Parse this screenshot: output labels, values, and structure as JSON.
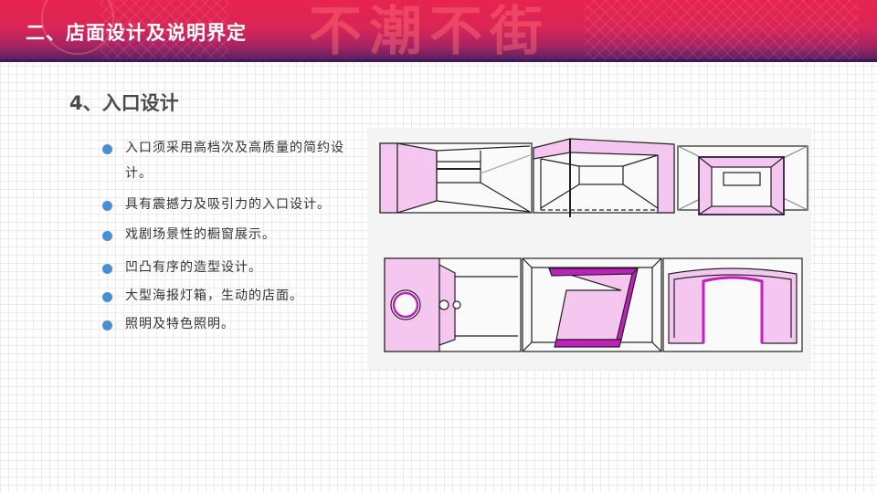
{
  "header": {
    "title": "二、店面设计及说明界定",
    "decorative_text": "不潮不街",
    "colors": {
      "top": "#e8234f",
      "bottom": "#4a2060"
    }
  },
  "section": {
    "title": "4、入口设计"
  },
  "bullets": [
    {
      "text": "入口须采用高档次及高质量的简约设计。"
    },
    {
      "text": "具有震撼力及吸引力的入口设计。"
    },
    {
      "text": "戏剧场景性的橱窗展示。"
    },
    {
      "text": "凹凸有序的造型设计。"
    },
    {
      "text": "大型海报灯箱，生动的店面。"
    },
    {
      "text": "照明及特色照明。"
    }
  ],
  "bullet_color": "#4a8fd6",
  "illustration": {
    "description": "Six storefront entrance design sketches in two rows of three",
    "accent_colors": {
      "light_pink": "#f5c6f0",
      "magenta": "#c21fc0",
      "outline": "#222222"
    }
  }
}
